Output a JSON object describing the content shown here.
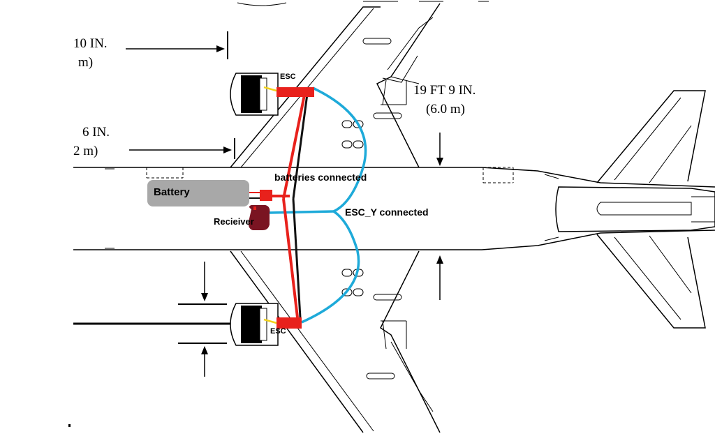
{
  "dimensions": {
    "top_left_line1": "10 IN.",
    "top_left_line2": "m)",
    "mid_left_line1": "6 IN.",
    "mid_left_line2": "2 m)",
    "right_line1": "19 FT 9 IN.",
    "right_line2": "(6.0 m)"
  },
  "annotations": {
    "esc_top": "ESC",
    "esc_bottom": "ESC",
    "batteries_connected": "batteries connected",
    "battery": "Battery",
    "receiver": "Recieiver",
    "esc_y_connected": "ESC_Y connected"
  },
  "colors": {
    "power_wire": "#e8211c",
    "signal_wire": "#1eaad9",
    "ground_wire": "#111111",
    "battery": "#a8a8a8",
    "receiver": "#7a1422",
    "esc": "#e8211c",
    "motor_lead": "#f2d21c"
  }
}
